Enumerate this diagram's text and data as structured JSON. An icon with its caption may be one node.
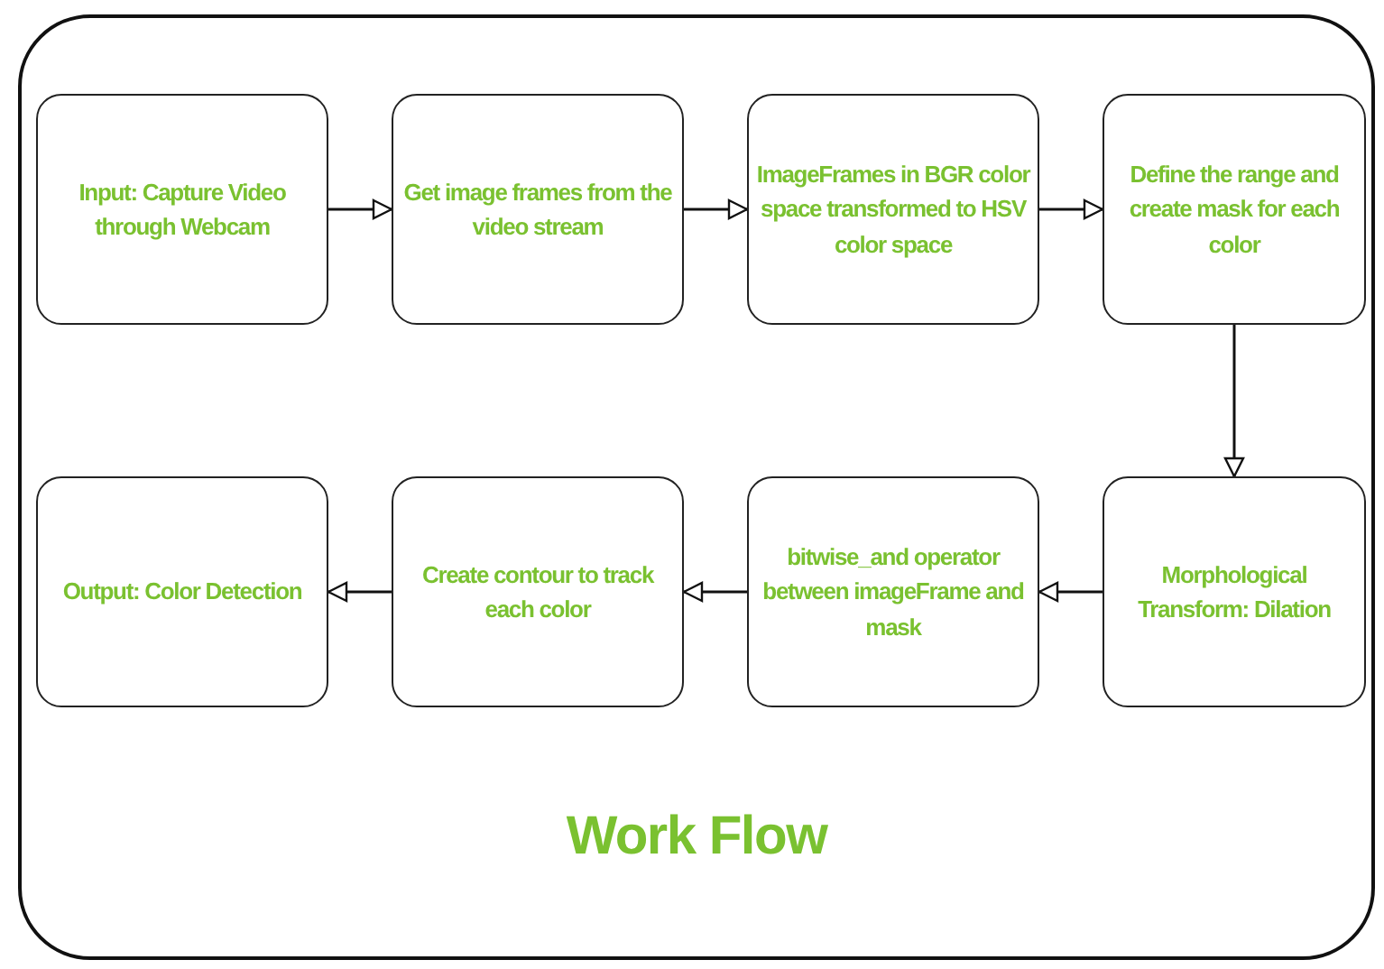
{
  "diagram": {
    "nodes": [
      {
        "text": [
          "Work Flow"
        ]
      },
      {
        "text": [
          "Input: Capture Video through Webcam"
        ],
        "in": 0
      },
      {
        "text": [
          "Get image frames from the video stream"
        ],
        "in": 0
      },
      {
        "text": [
          "ImageFrames in BGR color space transformed to HSV color space"
        ],
        "in": 0
      },
      {
        "text": [
          "Define the range and create mask for each color"
        ],
        "in": 0
      },
      {
        "text": [
          "Output: Color Detection"
        ],
        "in": 0
      },
      {
        "text": [
          "Create contour to track each color"
        ],
        "in": 0
      },
      {
        "text": [
          "bitwise_and operator between imageFrame and mask"
        ],
        "in": 0
      },
      {
        "text": [
          "Morphological Transform: Dilation"
        ],
        "in": 0
      }
    ],
    "edges": [
      {
        "from": 1,
        "to": 2,
        "arrow": "to"
      },
      {
        "from": 2,
        "to": 3,
        "arrow": "to"
      },
      {
        "from": 3,
        "to": 4,
        "arrow": "to"
      },
      {
        "from": 4,
        "to": 8,
        "arrow": "to"
      },
      {
        "from": 8,
        "to": 7,
        "arrow": "to"
      },
      {
        "from": 7,
        "to": 6,
        "arrow": "to"
      },
      {
        "from": 6,
        "to": 5,
        "arrow": "to"
      }
    ]
  }
}
